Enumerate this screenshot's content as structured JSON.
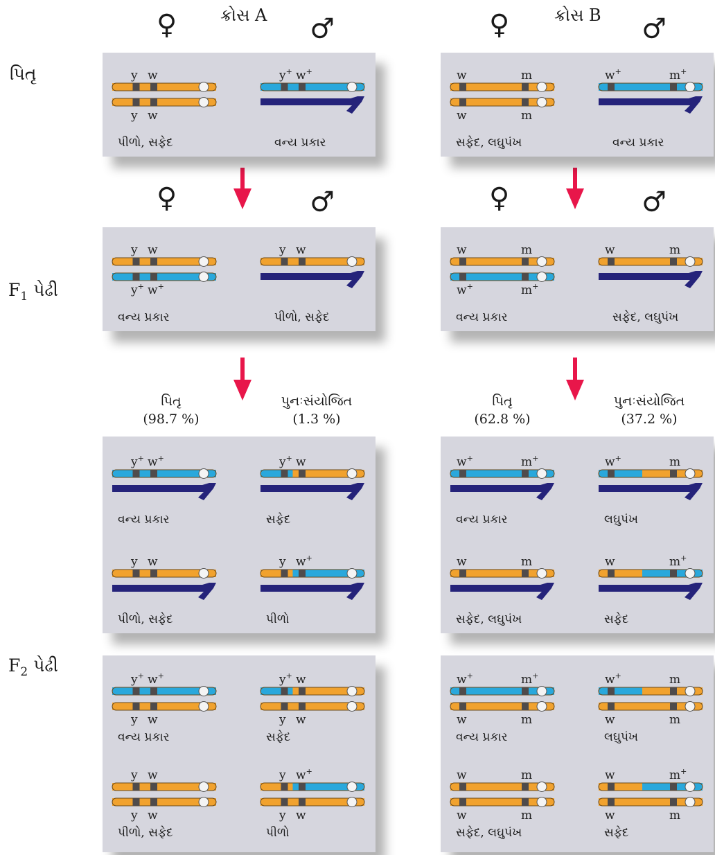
{
  "colors": {
    "orange": "#f1a22e",
    "blue": "#29a8dc",
    "y_chrom": "#25237a",
    "band": "#4f4b4b",
    "arrow": "#e8164a",
    "panel": "#d6d6de"
  },
  "headers": {
    "cross_a": "ક્રોસ A",
    "cross_b": "ક્રોસ B",
    "female_symbol": "♀",
    "male_symbol": "♂"
  },
  "rows": {
    "parent": "પિતૃ",
    "f1_letter": "F",
    "f1_sub": "1",
    "f1_rest": " પેઢી",
    "f2_letter": "F",
    "f2_sub": "2",
    "f2_rest": " પેઢી"
  },
  "stats": {
    "a_parental": "પિતૃ",
    "a_parental_pct": "(98.7 %)",
    "a_recomb": "પુનઃસંયોજિત",
    "a_recomb_pct": "(1.3 %)",
    "b_parental": "પિતૃ",
    "b_parental_pct": "(62.8 %)",
    "b_recomb": "પુનઃસંયોજિત",
    "b_recomb_pct": "(37.2 %)"
  },
  "panels": [
    {
      "id": "a-parent",
      "label_left": "પીળો, સફેદ",
      "label_right": "વન્ય પ્રકાર",
      "left": {
        "top": [
          "y",
          "w"
        ],
        "top_plus": [
          false,
          false
        ],
        "chr": [
          "o",
          "o"
        ],
        "bottom": [
          "y",
          "w"
        ]
      },
      "right": {
        "top": [
          "y",
          "w"
        ],
        "top_plus": [
          true,
          true
        ],
        "chr": [
          "b",
          "Y"
        ],
        "bottom": []
      }
    },
    {
      "id": "b-parent",
      "label_left": "સફેદ, લઘુપંખ",
      "label_right": "વન્ય પ્રકાર",
      "left": {
        "top": [
          "w",
          "m"
        ],
        "top_plus": [
          false,
          false
        ],
        "chr": [
          "o",
          "o"
        ],
        "bottom": [
          "w",
          "m"
        ]
      },
      "right": {
        "top": [
          "w",
          "m"
        ],
        "top_plus": [
          true,
          true
        ],
        "chr": [
          "b",
          "Y"
        ],
        "bottom": []
      }
    },
    {
      "id": "a-f1",
      "label_left": "વન્ય પ્રકાર",
      "label_right": "પીળો, સફેદ",
      "left": {
        "top": [
          "y",
          "w"
        ],
        "top_plus": [
          false,
          false
        ],
        "chr": [
          "o",
          "b"
        ],
        "bottom": [
          "y",
          "w"
        ],
        "bottom_plus": [
          true,
          true
        ]
      },
      "right": {
        "top": [
          "y",
          "w"
        ],
        "top_plus": [
          false,
          false
        ],
        "chr": [
          "o",
          "Y"
        ],
        "bottom": []
      }
    },
    {
      "id": "b-f1",
      "label_left": "વન્ય પ્રકાર",
      "label_right": "સફેદ, લઘુપંખ",
      "left": {
        "top": [
          "w",
          "m"
        ],
        "top_plus": [
          false,
          false
        ],
        "chr": [
          "o",
          "b"
        ],
        "bottom": [
          "w",
          "m"
        ],
        "bottom_plus": [
          true,
          true
        ]
      },
      "right": {
        "top": [
          "w",
          "m"
        ],
        "top_plus": [
          false,
          false
        ],
        "chr": [
          "o",
          "Y"
        ],
        "bottom": []
      }
    },
    {
      "id": "a-f2-male",
      "labels": [
        "વન્ય પ્રકાર",
        "સફેદ",
        "પીળો, સફેદ",
        "પીળો"
      ]
    },
    {
      "id": "b-f2-male",
      "labels": [
        "વન્ય પ્રકાર",
        "લઘુપંખ",
        "સફેદ, લઘુપંખ",
        "સફેદ"
      ]
    },
    {
      "id": "a-f2-female",
      "labels": [
        "વન્ય પ્રકાર",
        "સફેદ",
        "પીળો, સફેદ",
        "પીળો"
      ]
    },
    {
      "id": "b-f2-female",
      "labels": [
        "વન્ય પ્રકાર",
        "લઘુપંખ",
        "સફેદ, લઘુપંખ",
        "સફેદ"
      ]
    }
  ]
}
